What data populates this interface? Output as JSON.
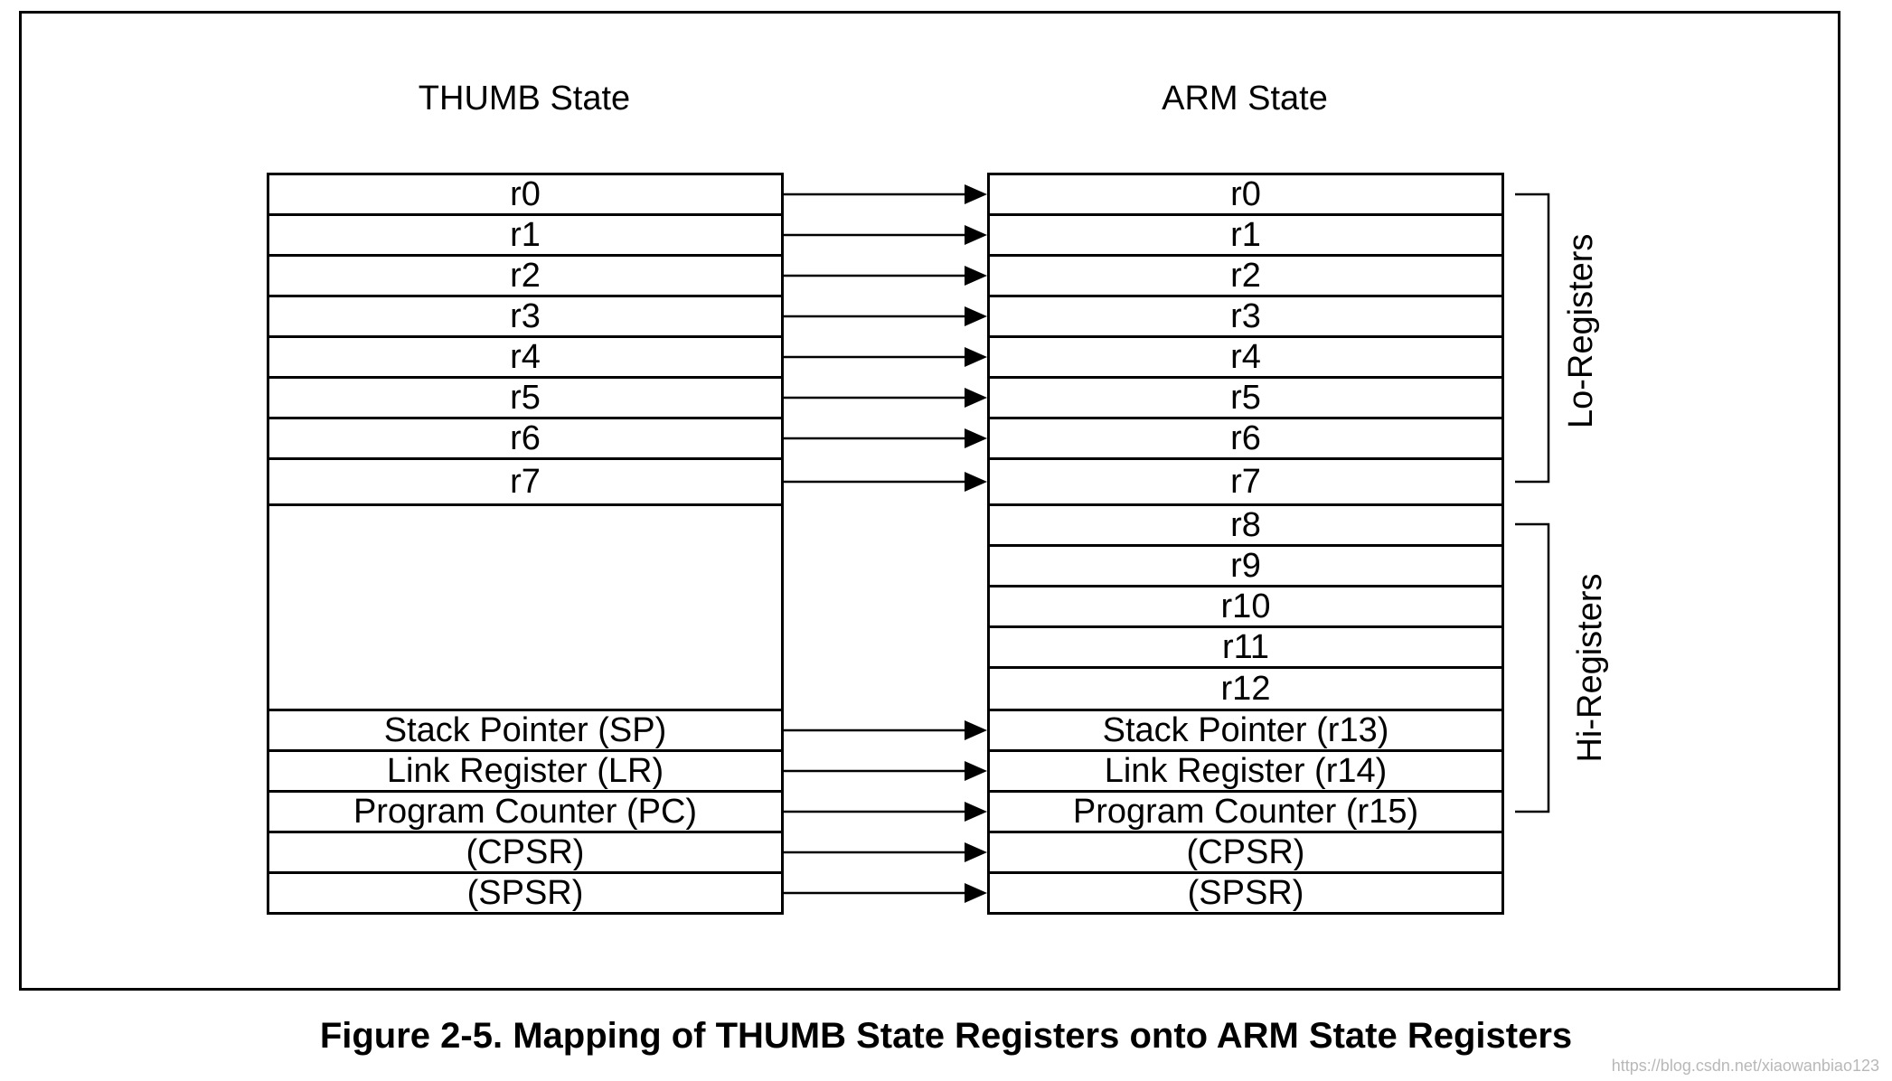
{
  "diagram": {
    "thumb_title": "THUMB State",
    "arm_title": "ARM State",
    "thumb_regs": [
      "r0",
      "r1",
      "r2",
      "r3",
      "r4",
      "r5",
      "r6",
      "r7"
    ],
    "thumb_special": [
      "Stack Pointer (SP)",
      "Link Register (LR)",
      "Program Counter (PC)",
      "(CPSR)",
      "(SPSR)"
    ],
    "arm_regs": [
      "r0",
      "r1",
      "r2",
      "r3",
      "r4",
      "r5",
      "r6",
      "r7",
      "r8",
      "r9",
      "r10",
      "r11",
      "r12",
      "Stack Pointer (r13)",
      "Link Register (r14)",
      "Program Counter (r15)",
      "(CPSR)",
      "(SPSR)"
    ],
    "lo_label": "Lo-Registers",
    "hi_label": "Hi-Registers"
  },
  "caption": "Figure 2-5. Mapping of THUMB State Registers onto ARM State Registers",
  "watermark": "https://blog.csdn.net/xiaowanbiao123"
}
